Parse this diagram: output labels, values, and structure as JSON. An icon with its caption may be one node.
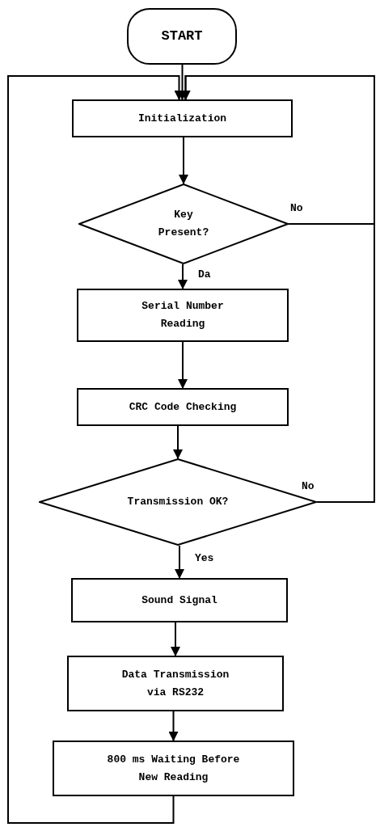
{
  "diagram": {
    "nodes": [
      {
        "text": [
          "START"
        ]
      },
      {
        "text": [
          "Initialization"
        ]
      },
      {
        "text": [
          "Key Present?"
        ]
      },
      {
        "text": [
          "Serial Number Reading"
        ]
      },
      {
        "text": [
          "CRC Code Checking"
        ]
      },
      {
        "text": [
          "Transmission OK?"
        ]
      },
      {
        "text": [
          "Sound Signal"
        ]
      },
      {
        "text": [
          "Data Transmission via RS232"
        ]
      },
      {
        "text": [
          "800 ms Waiting Before New Reading"
        ]
      }
    ],
    "edges": [
      {
        "from": 0,
        "to": 1,
        "arrow": "to"
      },
      {
        "from": 1,
        "to": 2,
        "arrow": "to"
      },
      {
        "from": 2,
        "to": 3,
        "arrow": "to",
        "label": "Da"
      },
      {
        "from": 3,
        "to": 4,
        "arrow": "to"
      },
      {
        "from": 4,
        "to": 5,
        "arrow": "to"
      },
      {
        "from": 5,
        "to": 6,
        "arrow": "to",
        "label": "Yes"
      },
      {
        "from": 6,
        "to": 7,
        "arrow": "to"
      },
      {
        "from": 7,
        "to": 8,
        "arrow": "to"
      },
      {
        "from": 2,
        "to": 1,
        "arrow": "to",
        "label": "No"
      },
      {
        "from": 5,
        "to": 1,
        "arrow": "to",
        "label": "No"
      },
      {
        "from": 8,
        "to": 1,
        "arrow": "to"
      }
    ]
  }
}
